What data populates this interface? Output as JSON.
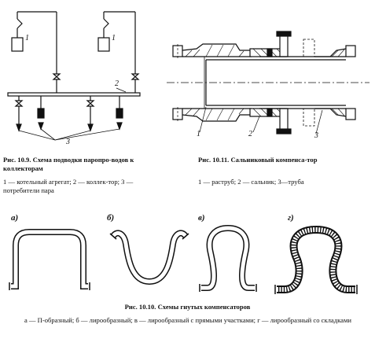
{
  "fig9": {
    "title": "Рис. 10.9. Схема подводки паропро-водов к коллекторам",
    "legend": "1 — котельный агрегат; 2 — коллек-тор; 3 — потребители пара",
    "labels": [
      "1",
      "1",
      "2",
      "3"
    ]
  },
  "fig11": {
    "title": "Рис. 10.11. Сальниковый компенса-тор",
    "legend": "1 — раструб; 2 — сальник; 3—труба",
    "labels": [
      "1",
      "2",
      "3"
    ]
  },
  "fig10": {
    "title": "Рис. 10.10. Схемы гнутых компенсаторов",
    "legend": "а — П-образный; б — лирообразный; в — лирообразный с прямыми участками; г — лирообразный со складками",
    "sublabels": [
      "а)",
      "б)",
      "в)",
      "г)"
    ]
  }
}
